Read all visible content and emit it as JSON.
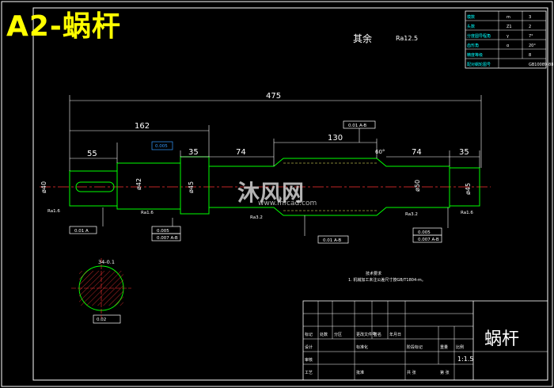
{
  "header": {
    "title": "A2-蜗杆"
  },
  "surface_finish": {
    "label": "其余",
    "ra": "Ra12.5"
  },
  "dimensions": {
    "overall": "475",
    "left_section": "162",
    "keyway_section": "55",
    "left_shoulder": "35",
    "mid_left": "74",
    "center": "130",
    "mid_right": "74",
    "right_shoulder": "35",
    "dia_left_journal": "ø40",
    "dia_42": "ø42",
    "dia_45_left": "ø45",
    "dia_50": "ø50",
    "dia_45_right": "ø45",
    "chamfer": "60°"
  },
  "annotations": {
    "tol_left": "0.01 A",
    "tol_top": "0.01 A-B",
    "tol_bottom": "0.01 A-B",
    "tol_right_1": "0.005",
    "tol_right_2": "0.007 A-B",
    "tol_left_1": "0.005",
    "tol_left_2": "0.007 A-B",
    "ra_1": "Ra1.6",
    "ra_2": "Ra1.6",
    "ra_3": "Ra3.2",
    "ra_4": "Ra3.2",
    "ra_5": "Ra1.6",
    "section_width": "34-0.1",
    "section_tol": "0.02",
    "section_sym": "0.02"
  },
  "tech_requirements": {
    "title": "技术要求",
    "line1": "1. 机械加工未注公差尺寸按GB/T1804-m。"
  },
  "title_block": {
    "part_name": "蜗杆",
    "scale": "1:1.5",
    "labels": [
      "标记",
      "处数",
      "分区",
      "更改文件号",
      "签名",
      "年月日",
      "设计",
      "审核",
      "工艺",
      "标准化",
      "批准",
      "阶段标记",
      "重量",
      "比例",
      "共 张",
      "第 张"
    ]
  },
  "params_table": {
    "rows": [
      {
        "k": "模数",
        "a": "m",
        "b": "3"
      },
      {
        "k": "头数",
        "a": "Z1",
        "b": "2"
      },
      {
        "k": "分度圆导程角",
        "a": "γ",
        "b": "7°"
      },
      {
        "k": "齿形角",
        "a": "α",
        "b": "20°"
      },
      {
        "k": "精度等级",
        "a": "",
        "b": "8"
      },
      {
        "k": "配对蜗轮图号",
        "a": "",
        "b": "GB10089-88"
      }
    ]
  },
  "watermark": {
    "brand": "沐风网",
    "url": "www.mfcad.com"
  }
}
